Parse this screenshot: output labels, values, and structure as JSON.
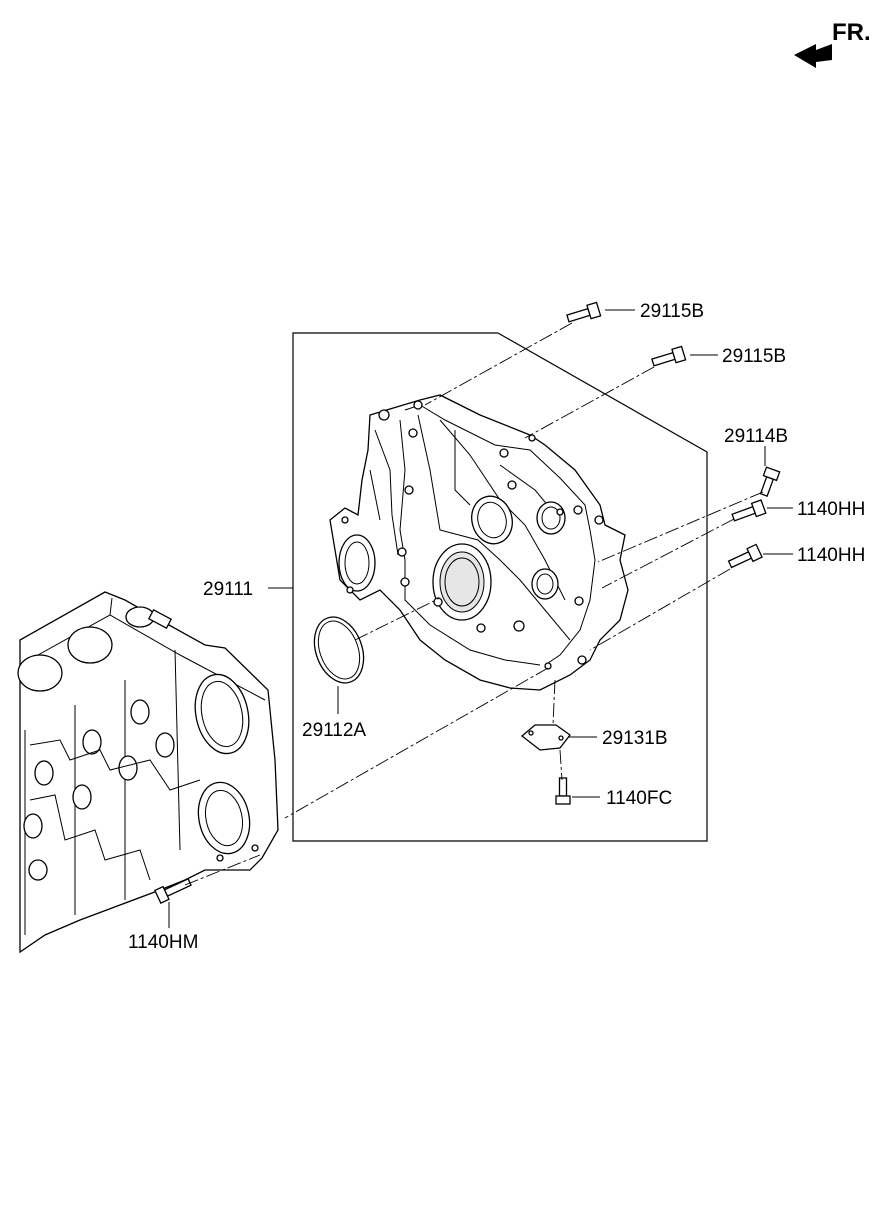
{
  "orientation": {
    "label": "FR."
  },
  "callouts": {
    "p29115B_top": "29115B",
    "p29115B_mid": "29115B",
    "p29114B": "29114B",
    "p1140HH_top": "1140HH",
    "p1140HH_bot": "1140HH",
    "p29111": "29111",
    "p29112A": "29112A",
    "p29131B": "29131B",
    "p1140FC": "1140FC",
    "p1140HM": "1140HM"
  },
  "colors": {
    "line": "#000000",
    "background": "#ffffff"
  }
}
